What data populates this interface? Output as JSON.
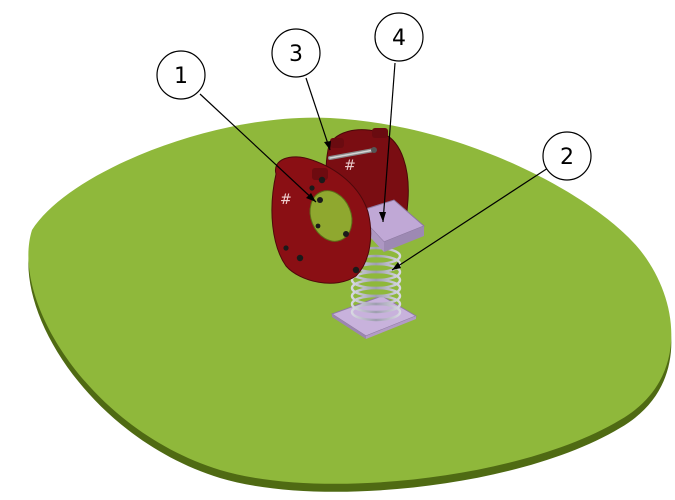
{
  "callouts": [
    {
      "id": "1",
      "label": "1"
    },
    {
      "id": "2",
      "label": "2"
    },
    {
      "id": "3",
      "label": "3"
    },
    {
      "id": "4",
      "label": "4"
    }
  ],
  "colors": {
    "ground_top": "#8fb83b",
    "ground_edge": "#4f6a13",
    "seat_red": "#8a0f14",
    "seat_red_dark": "#5e0a0e",
    "handle_disc": "#8fa82f",
    "spring_plate": "#c8b2dc",
    "seat_panel": "#c0a8d6",
    "metal_rod": "#9a9a9a",
    "leader_line": "#000000"
  },
  "icons": [
    "spring-rocker-illustration"
  ]
}
